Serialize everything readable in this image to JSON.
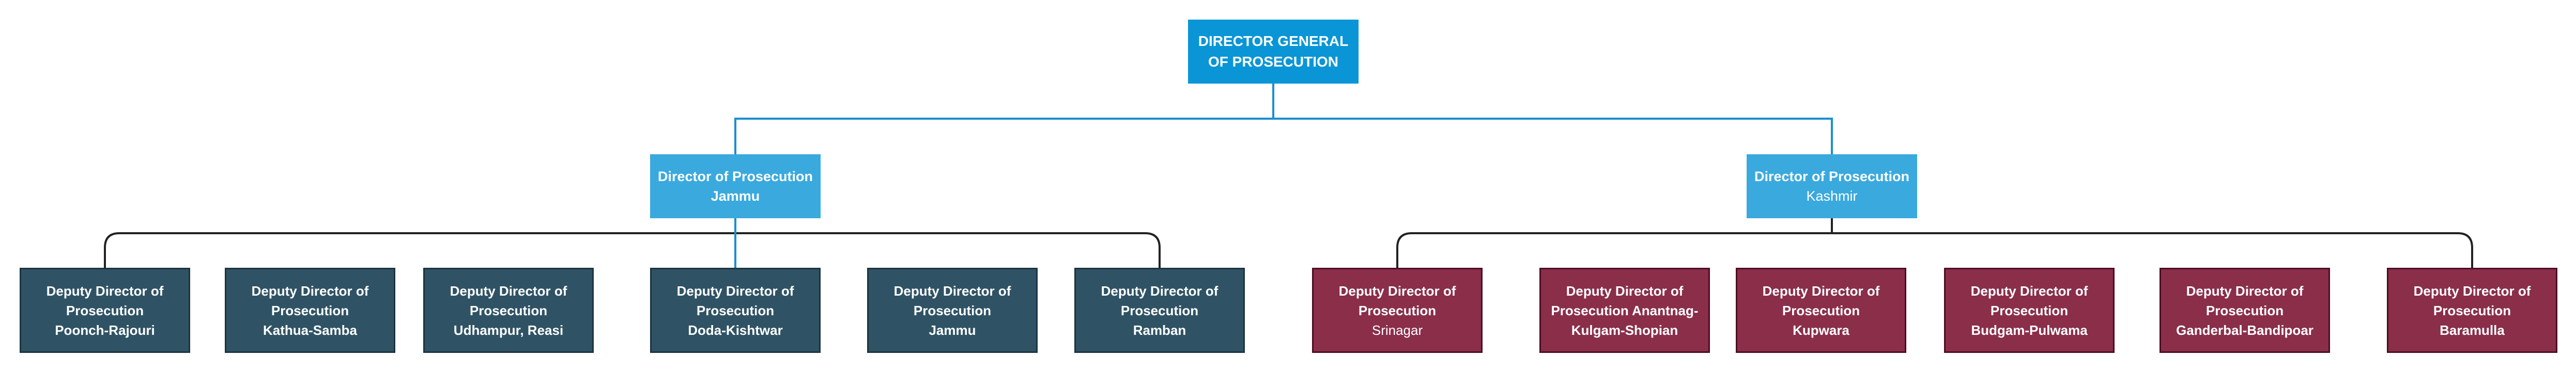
{
  "root": {
    "line1": "DIRECTOR GENERAL",
    "line2": "OF PROSECUTION"
  },
  "directors": [
    {
      "line1": "Director of Prosecution",
      "line2": "Jammu"
    },
    {
      "line1": "Director of Prosecution",
      "line2": "Kashmir"
    }
  ],
  "jammu_deputies": [
    {
      "line1": "Deputy Director of",
      "line2": "Prosecution",
      "line3": "Poonch-Rajouri"
    },
    {
      "line1": "Deputy Director of",
      "line2": "Prosecution",
      "line3": "Kathua-Samba"
    },
    {
      "line1": "Deputy Director of",
      "line2": "Prosecution",
      "line3": "Udhampur, Reasi"
    },
    {
      "line1": "Deputy Director of",
      "line2": "Prosecution",
      "line3": "Doda-Kishtwar"
    },
    {
      "line1": "Deputy Director of",
      "line2": "Prosecution",
      "line3": "Jammu"
    },
    {
      "line1": "Deputy Director of",
      "line2": "Prosecution",
      "line3": "Ramban"
    }
  ],
  "kashmir_deputies": [
    {
      "line1": "Deputy Director of",
      "line2": "Prosecution",
      "line3": "Srinagar"
    },
    {
      "line1": "Deputy Director of",
      "line2": "Prosecution Anantnag-",
      "line3": "Kulgam-Shopian"
    },
    {
      "line1": "Deputy Director of",
      "line2": "Prosecution",
      "line3": "Kupwara"
    },
    {
      "line1": "Deputy Director of",
      "line2": "Prosecution",
      "line3": "Budgam-Pulwama"
    },
    {
      "line1": "Deputy Director of",
      "line2": "Prosecution",
      "line3": "Ganderbal-Bandipoar"
    },
    {
      "line1": "Deputy Director of",
      "line2": "Prosecution",
      "line3": "Baramulla"
    }
  ],
  "colors": {
    "root": "#0a96d6",
    "director": "#3aa9de",
    "jammu_deputy": "#2f5365",
    "kashmir_deputy": "#8a2e4a",
    "connector_blue": "#1a8fd0",
    "connector_dark": "#222222"
  }
}
